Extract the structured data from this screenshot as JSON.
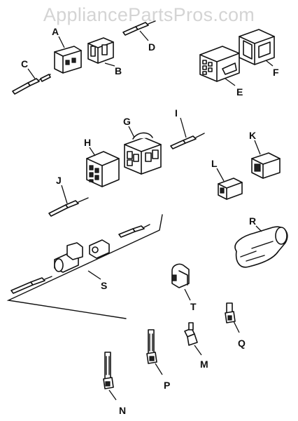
{
  "watermark": "AppliancePartsPros.com",
  "labels": {
    "A": "A",
    "B": "B",
    "C": "C",
    "D": "D",
    "E": "E",
    "F": "F",
    "G": "G",
    "H": "H",
    "I": "I",
    "J": "J",
    "K": "K",
    "L": "L",
    "M": "M",
    "N": "N",
    "P": "P",
    "Q": "Q",
    "R": "R",
    "S": "S",
    "T": "T"
  }
}
